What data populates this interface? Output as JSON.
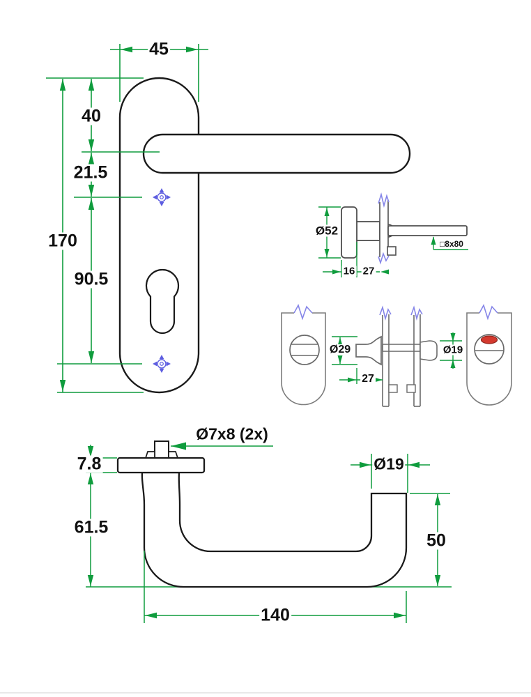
{
  "drawing": {
    "title": "door-lever-handle-technical-drawing",
    "front_view": {
      "plate_width": "45",
      "top_to_lever": "40",
      "lever_to_screw": "21.5",
      "plate_height": "170",
      "screw_spacing": "90.5"
    },
    "rose_side_view": {
      "rose_diameter": "Ø52",
      "rose_thickness": "16",
      "projection": "27",
      "spindle": "□8x80"
    },
    "wc_turn_view": {
      "base_diameter": "Ø29",
      "projection": "27",
      "knob_diameter": "Ø19"
    },
    "lever_bottom_view": {
      "pin_label": "Ø7x8 (2x)",
      "rose_height": "7.8",
      "projection": "61.5",
      "tube_diameter": "Ø19",
      "return_height": "50",
      "lever_length": "140"
    }
  },
  "colors": {
    "dimension_green": "#0f9c3d",
    "outline_black": "#1a1a1a",
    "outline_gray": "#6a6a6a",
    "break_line_blue": "#8585e8",
    "screw_marker_blue": "#5d5de0",
    "indicator_red": "#d4392e",
    "background": "#ffffff"
  }
}
